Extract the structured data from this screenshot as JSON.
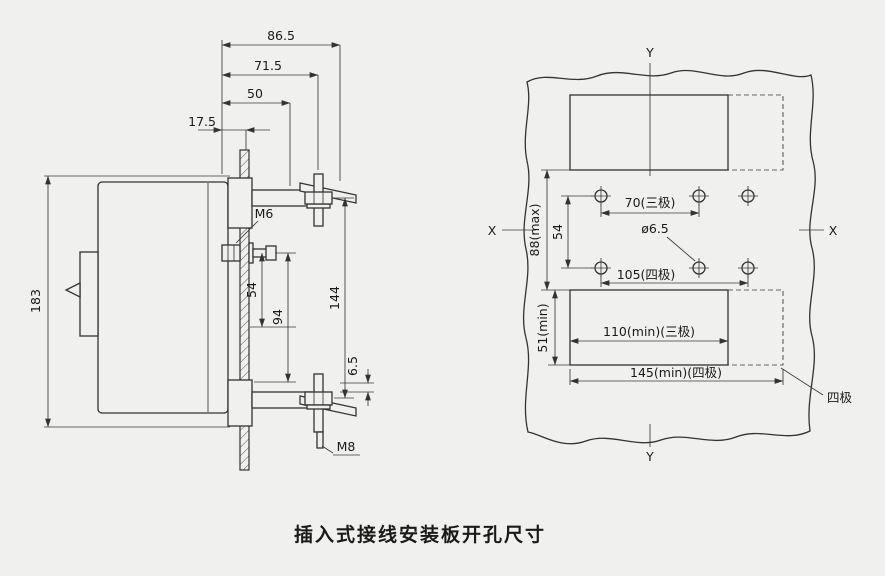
{
  "title": "插入式接线安装板开孔尺寸",
  "colors": {
    "background": "#f0f0ee",
    "line": "#333333"
  },
  "side_view": {
    "dim_86_5": "86.5",
    "dim_71_5": "71.5",
    "dim_50": "50",
    "dim_17_5": "17.5",
    "label_m6": "M6",
    "dim_183": "183",
    "dim_54": "54",
    "dim_94": "94",
    "dim_144": "144",
    "dim_6_5": "6.5",
    "label_m8": "M8"
  },
  "plate_view": {
    "axis_y_top": "Y",
    "axis_y_bottom": "Y",
    "axis_x_left": "X",
    "axis_x_right": "X",
    "dim_70_3pole": "70(三极)",
    "dim_54": "54",
    "dim_88_max": "88(max)",
    "hole_diameter": "ø6.5",
    "dim_105_4pole": "105(四极)",
    "dim_51_min": "51(min)",
    "dim_110_min_3pole": "110(min)(三极)",
    "dim_145_min_4pole": "145(min)(四极)",
    "label_4pole": "四极"
  }
}
